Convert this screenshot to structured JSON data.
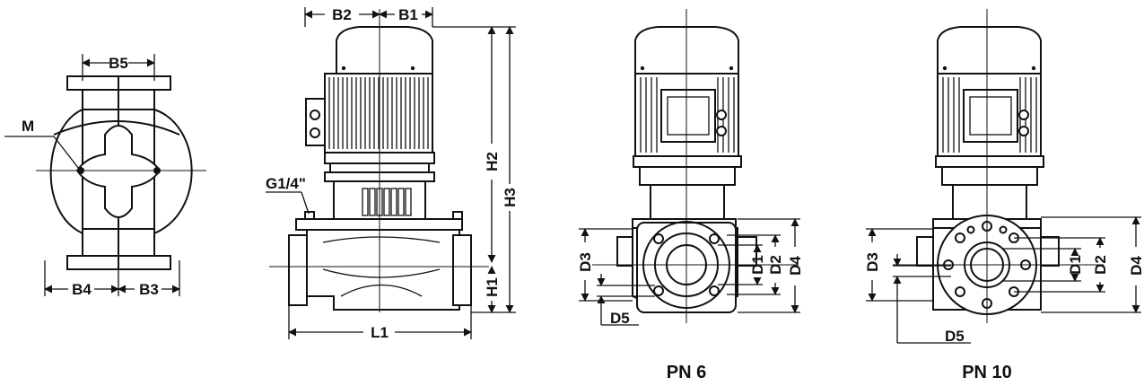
{
  "diagram": {
    "views": [
      {
        "id": "top-view",
        "labels": {
          "b5": "B5",
          "m": "M",
          "b4": "B4",
          "b3": "B3"
        }
      },
      {
        "id": "side-view",
        "labels": {
          "b2": "B2",
          "b1": "B1",
          "g": "G1/4\"",
          "h2": "H2",
          "h3": "H3",
          "h1": "H1",
          "l1": "L1"
        }
      },
      {
        "id": "front-view-pn6",
        "caption": "PN 6",
        "labels": {
          "d3": "D3",
          "d1": "D1",
          "d2": "D2",
          "d4": "D4",
          "d5": "D5"
        }
      },
      {
        "id": "front-view-pn10",
        "caption": "PN 10",
        "labels": {
          "d3": "D3",
          "d1": "D1",
          "d2": "D2",
          "d4": "D4",
          "d5": "D5"
        }
      }
    ]
  }
}
